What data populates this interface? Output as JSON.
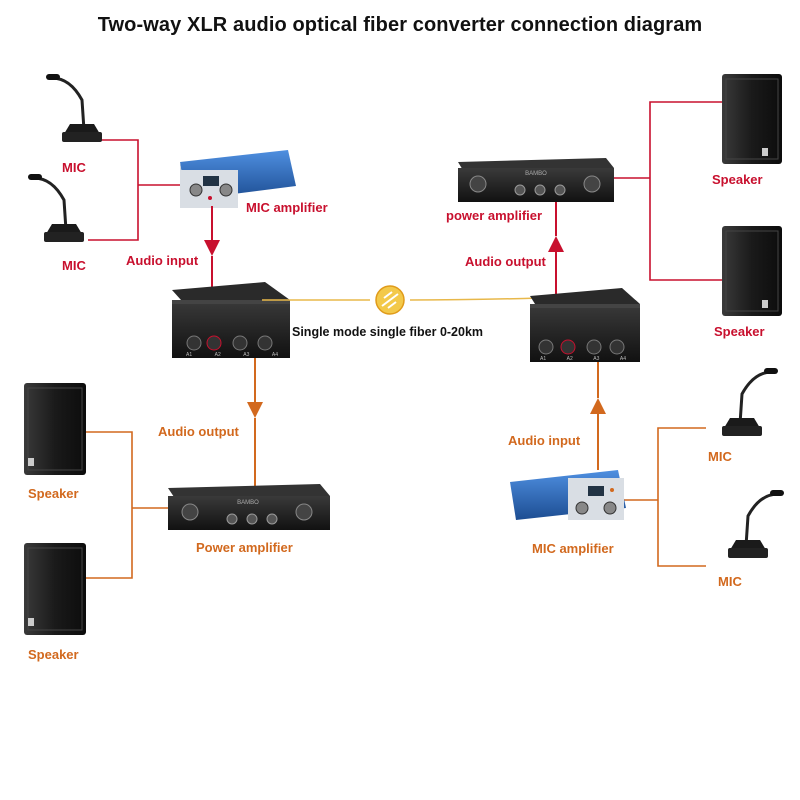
{
  "title": "Two-way XLR audio optical fiber converter connection diagram",
  "labels": {
    "mic_left_1": "MIC",
    "mic_left_2": "MIC",
    "mic_amp_left": "MIC amplifier",
    "audio_input_left": "Audio input",
    "fiber": "Single mode single fiber 0-20km",
    "audio_output_left": "Audio output",
    "speaker_left_1": "Speaker",
    "speaker_left_2": "Speaker",
    "power_amp_left": "Power amplifier",
    "power_amp_right": "power amplifier",
    "audio_output_right": "Audio output",
    "speaker_right_1": "Speaker",
    "speaker_right_2": "Speaker",
    "audio_input_right": "Audio input",
    "mic_right_1": "MIC",
    "mic_right_2": "MIC",
    "mic_amp_right": "MIC amplifier",
    "converter_ports_left": [
      "A1",
      "A2",
      "A3",
      "A4"
    ],
    "converter_ports_right": [
      "A1",
      "A2",
      "A3",
      "A4"
    ],
    "power_amp_brand": "BAMBO"
  },
  "colors": {
    "red_line": "#c8102e",
    "orange_line": "#d2691e",
    "fiber_line": "#e8b84a",
    "device_black": "#1c1c1c",
    "amp_blue": "#2a64b4"
  }
}
